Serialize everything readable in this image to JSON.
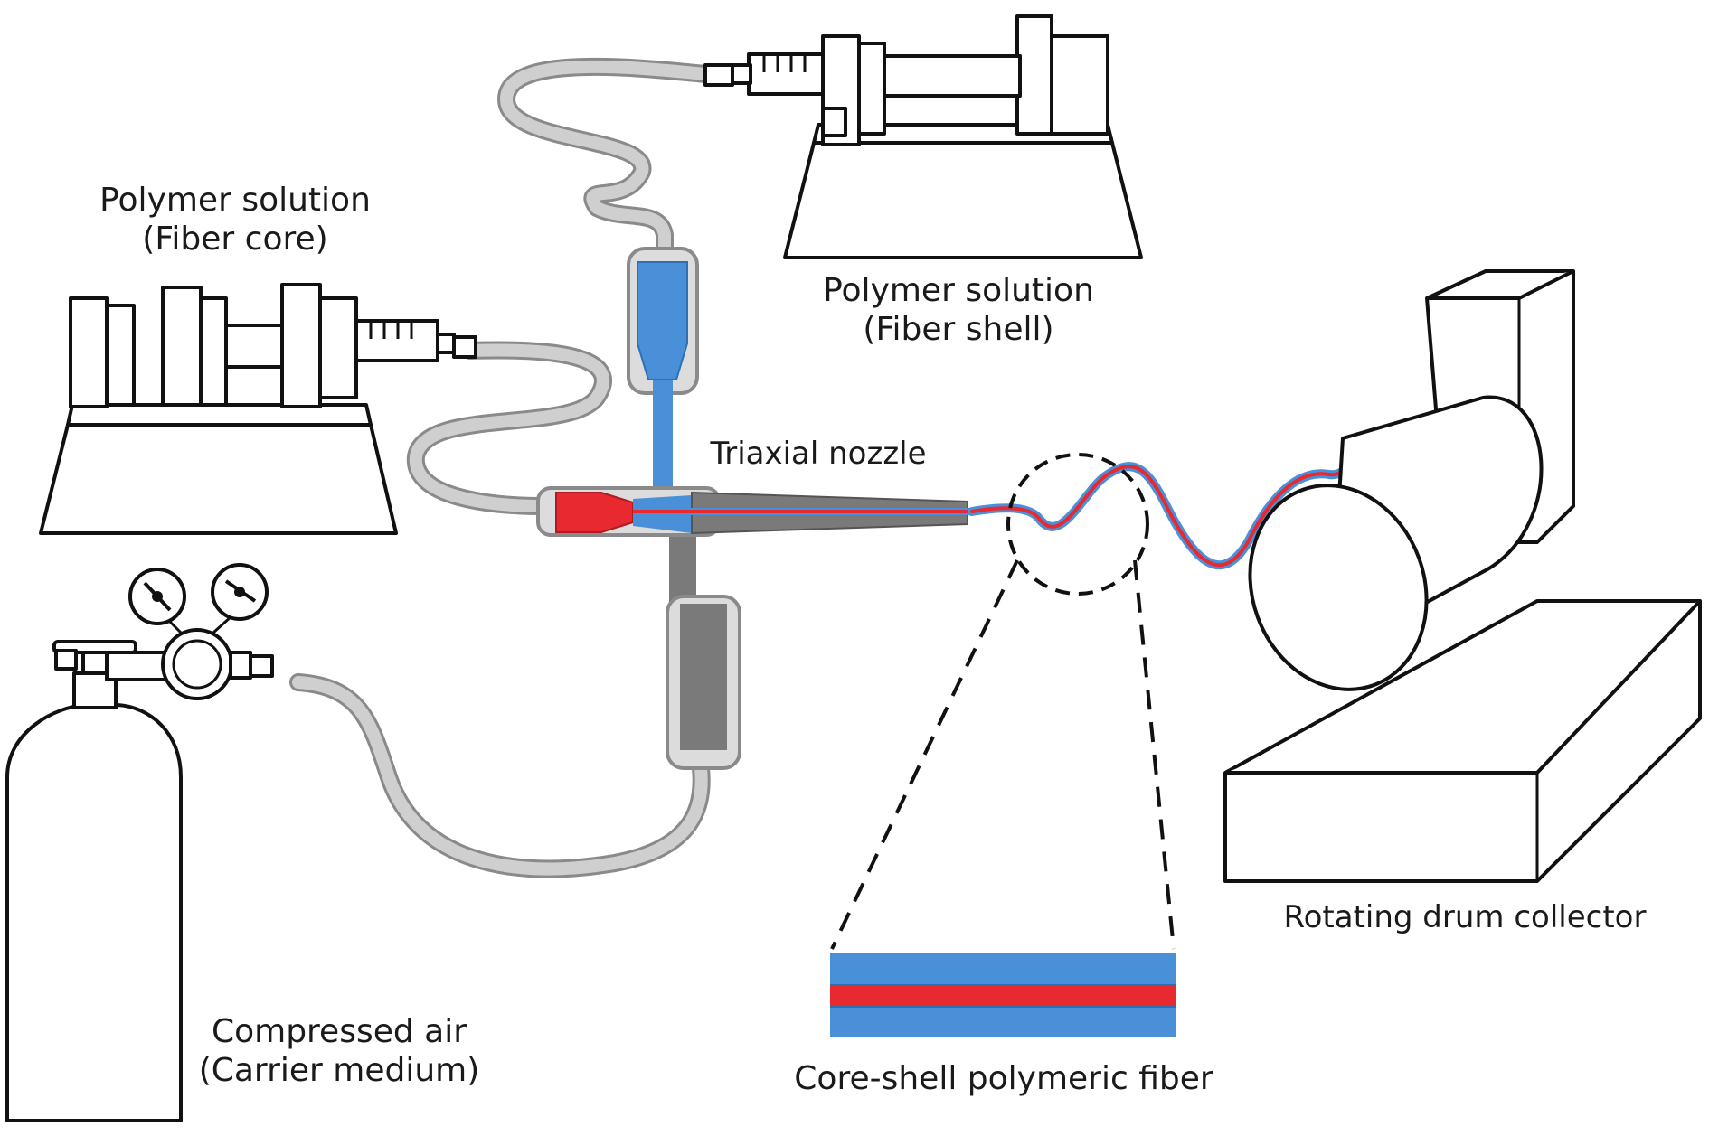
{
  "colors": {
    "outline": "#111111",
    "tube": "#c8c8c8",
    "tube_edge": "#8a8a8a",
    "shell_blue": "#4a90d9",
    "core_red": "#e8292f",
    "air_gray": "#7a7a7a",
    "syringe_body": "#f2f2f2"
  },
  "labels": {
    "core_pump_line1": "Polymer solution",
    "core_pump_line2": "(Fiber core)",
    "shell_pump_line1": "Polymer solution",
    "shell_pump_line2": "(Fiber shell)",
    "nozzle": "Triaxial nozzle",
    "collector": "Rotating drum collector",
    "fiber": "Core-shell polymeric fiber",
    "air_line1": "Compressed air",
    "air_line2": "(Carrier medium)"
  },
  "icons": {
    "syringe_pump": "syringe-pump-icon",
    "gas_cylinder": "gas-cylinder-icon",
    "regulator": "pressure-regulator-icon",
    "drum": "rotating-drum-icon",
    "nozzle": "triaxial-nozzle-icon"
  }
}
